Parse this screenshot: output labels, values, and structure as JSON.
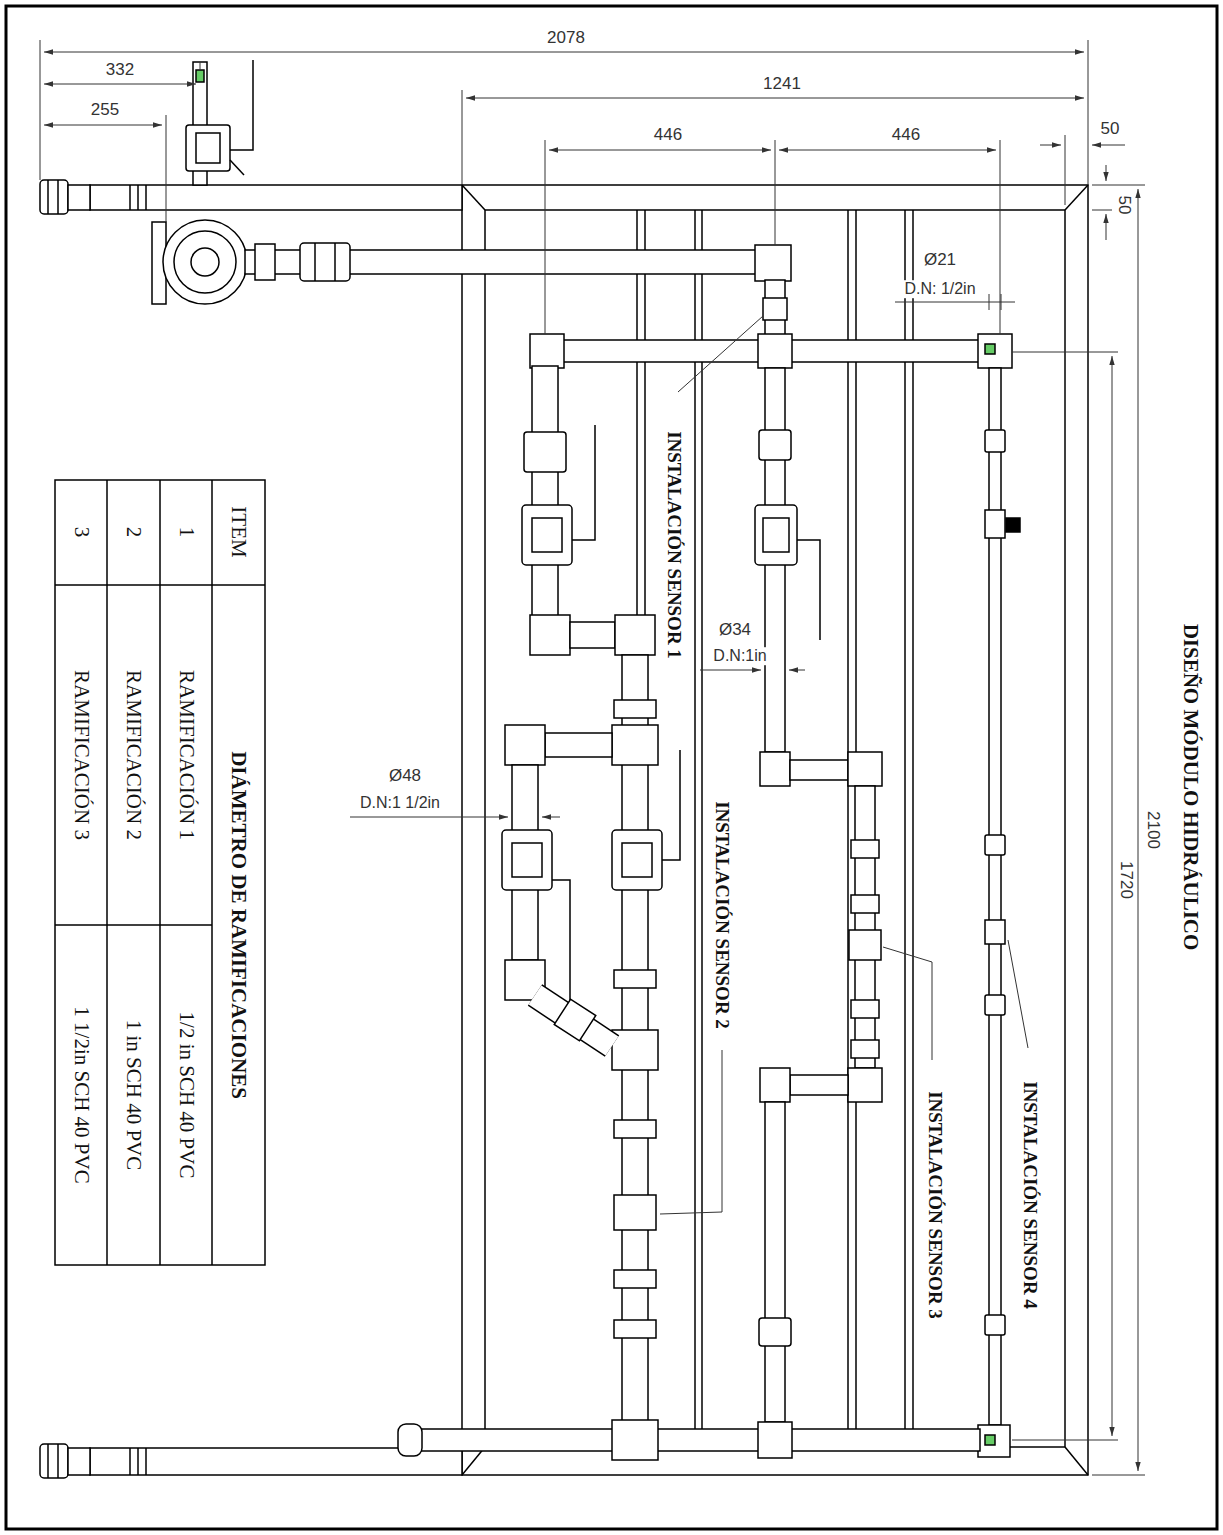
{
  "diagram": {
    "title": "DISEÑO MÓDULO HIDRÁULICO",
    "labels": [
      "2078",
      "332",
      "255",
      "1241",
      "446",
      "446",
      "50",
      "50",
      "Ø21",
      "D.N: 1/2in",
      "2100",
      "1720",
      "INSTALACIÓN SENSOR 1",
      "Ø34",
      "D.N:1in",
      "INSTALACIÓN SENSOR 2",
      "Ø48",
      "D.N:1 1/2in",
      "INSTALACIÓN SENSOR 3",
      "INSTALACIÓN SENSOR 4",
      "ITEM",
      "DIÁMETRO DE RAMIFICACIONES",
      "1",
      "RAMIFICACIÓN 1",
      "1/2 in SCH 40 PVC",
      "2",
      "RAMIFICACIÓN 2",
      "1 in SCH 40 PVC",
      "3",
      "RAMIFICACIÓN 3",
      "1 1/2in SCH 40 PVC"
    ]
  }
}
